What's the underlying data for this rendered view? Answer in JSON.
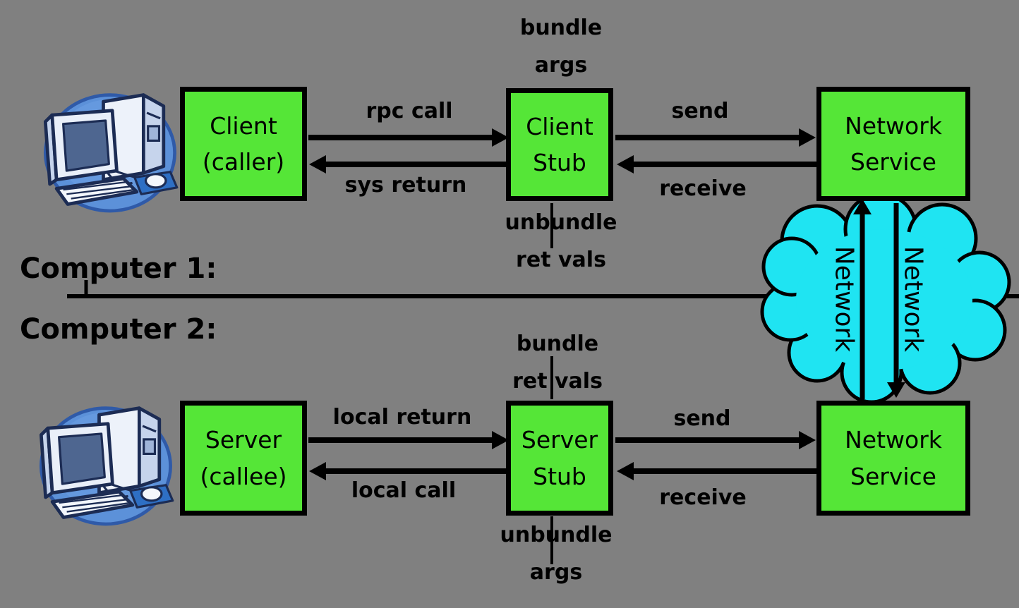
{
  "colors": {
    "background": "#808080",
    "box_green": "#55E637",
    "cloud_cyan": "#1FE4F2",
    "line_black": "#000000",
    "computer_blue": "#5C91D9"
  },
  "boxes": {
    "client": {
      "line1": "Client",
      "line2": "(caller)"
    },
    "client_stub": {
      "line1": "Client",
      "line2": "Stub"
    },
    "network_service_top": {
      "line1": "Network",
      "line2": "Service"
    },
    "server": {
      "line1": "Server",
      "line2": "(callee)"
    },
    "server_stub": {
      "line1": "Server",
      "line2": "Stub"
    },
    "network_service_bottom": {
      "line1": "Network",
      "line2": "Service"
    }
  },
  "labels": {
    "bundle_args": {
      "line1": "bundle",
      "line2": "args"
    },
    "rpc_call": "rpc call",
    "send_top": "send",
    "sys_return": "sys return",
    "receive_top": "receive",
    "unbundle_ret_vals": {
      "line1": "unbundle",
      "line2": "ret vals"
    },
    "computer_1": "Computer 1:",
    "computer_2": "Computer 2:",
    "bundle_ret_vals": {
      "line1": "bundle",
      "line2": "ret vals"
    },
    "local_return": "local return",
    "local_call": "local call",
    "send_bottom": "send",
    "receive_bottom": "receive",
    "unbundle_args": {
      "line1": "unbundle",
      "line2": "args"
    },
    "network_left": "Network",
    "network_right": "Network"
  }
}
